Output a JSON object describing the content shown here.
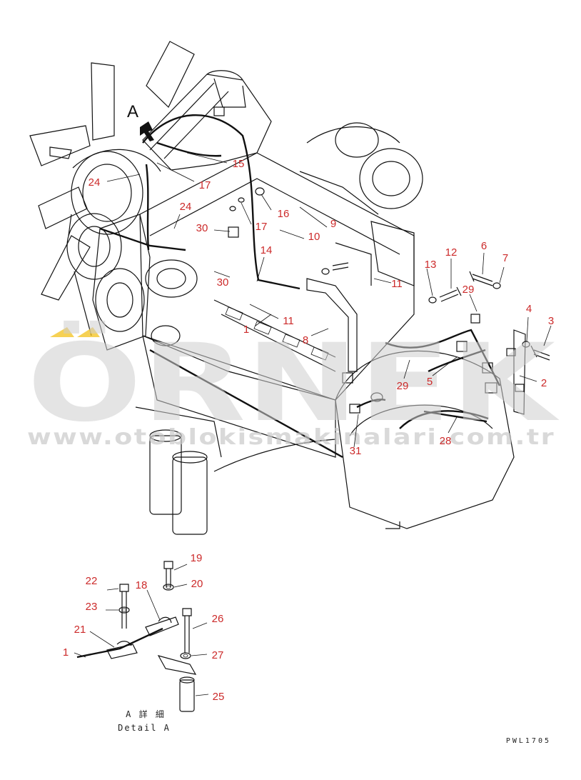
{
  "watermark": {
    "brand": "ÖRNEK",
    "url": "www.otoblokismakinalari.com.tr",
    "accent_color": "#f3c21b"
  },
  "view_marker": {
    "letter": "A"
  },
  "callouts": [
    "24",
    "15",
    "17",
    "16",
    "17",
    "24",
    "30",
    "10",
    "9",
    "14",
    "30",
    "11",
    "11",
    "1",
    "8",
    "6",
    "12",
    "13",
    "7",
    "29",
    "4",
    "3",
    "2",
    "5",
    "29",
    "28",
    "31"
  ],
  "detail": {
    "callouts": [
      "19",
      "22",
      "18",
      "20",
      "23",
      "26",
      "21",
      "1",
      "27",
      "25"
    ],
    "caption_jp": "A 詳 細",
    "caption_en": "Detail A"
  },
  "drawing_code": "PWL1705",
  "colors": {
    "callout": "#cc2a2a",
    "line": "#111111",
    "background": "#ffffff"
  }
}
